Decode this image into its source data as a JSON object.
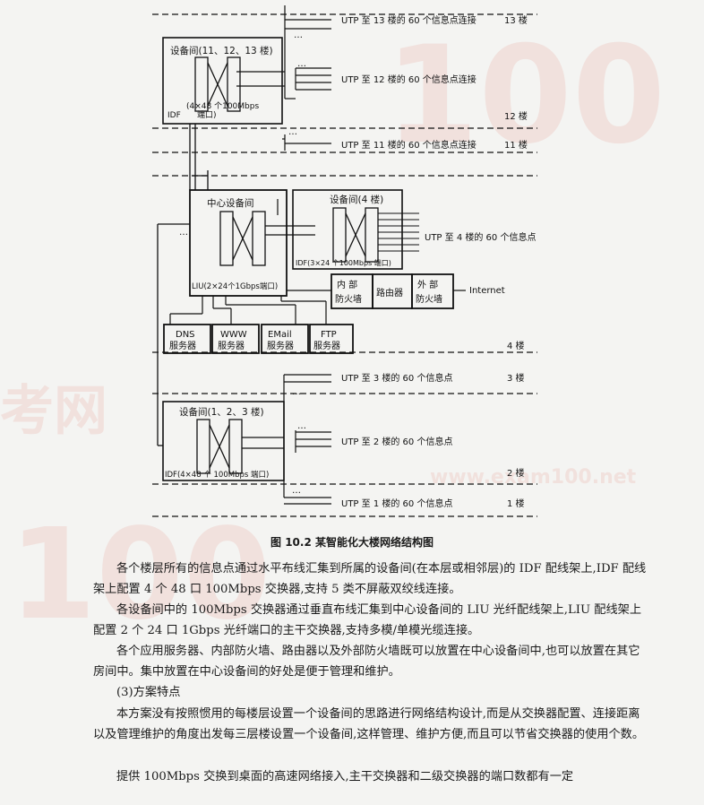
{
  "figure": {
    "floor_lines": [
      {
        "text": "UTP 至 13 楼的 60 个信息点连接",
        "floor": "13 楼"
      },
      {
        "text": "UTP 至 12 楼的 60 个信息点连接",
        "floor": ""
      },
      {
        "text": "",
        "floor": "12 楼"
      },
      {
        "text": "UTP 至 11 楼的 60 个信息点连接",
        "floor": "11 楼"
      },
      {
        "text": "UTP 至 4 楼的 60 个信息点",
        "floor": ""
      },
      {
        "text": "",
        "floor": "4 楼"
      },
      {
        "text": "UTP 至 3 楼的 60 个信息点",
        "floor": "3 楼"
      },
      {
        "text": "UTP 至 2 楼的 60 个信息点",
        "floor": ""
      },
      {
        "text": "",
        "floor": "2 楼"
      },
      {
        "text": "UTP 至 1 楼的 60 个信息点",
        "floor": "1 楼"
      }
    ],
    "room_top": {
      "title": "设备间(11、12、13 楼)",
      "switch": "(4×48 个100Mbps",
      "port": "端口)",
      "idf": "IDF"
    },
    "center_room": {
      "title": "中心设备间",
      "liu": "LIU(2×24个1Gbps端口)"
    },
    "room_4": {
      "title": "设备间(4 楼)",
      "idf": "IDF(3×24 个100Mbps 端口)"
    },
    "room_123": {
      "title": "设备间(1、2、3 楼)",
      "idf": "IDF(4×48 个 100Mbps 端口)"
    },
    "servers": [
      {
        "l1": "DNS",
        "l2": "服务器"
      },
      {
        "l1": "WWW",
        "l2": "服务器"
      },
      {
        "l1": "EMail",
        "l2": "服务器"
      },
      {
        "l1": "FTP",
        "l2": "服务器"
      }
    ],
    "firewall_chain": [
      {
        "l1": "内  部",
        "l2": "防火墙"
      },
      {
        "l1": "路由器",
        "l2": ""
      },
      {
        "l1": "外  部",
        "l2": "防火墙"
      }
    ],
    "internet": "Internet",
    "ellipsis": "…",
    "caption": "图 10.2   某智能化大楼网络结构图"
  },
  "body": {
    "p1": "各个楼层所有的信息点通过水平布线汇集到所属的设备间(在本层或相邻层)的 IDF 配线架上,IDF 配线架上配置 4 个 48 口 100Mbps 交换器,支持 5 类不屏蔽双绞线连接。",
    "p2": "各设备间中的 100Mbps 交换器通过垂直布线汇集到中心设备间的 LIU 光纤配线架上,LIU 配线架上配置 2 个 24 口 1Gbps 光纤端口的主干交换器,支持多模/单模光缆连接。",
    "p3": "各个应用服务器、内部防火墙、路由器以及外部防火墙既可以放置在中心设备间中,也可以放置在其它房间中。集中放置在中心设备间的好处是便于管理和维护。",
    "p4": "(3)方案特点",
    "p5": "本方案没有按照惯用的每楼层设置一个设备间的思路进行网络结构设计,而是从交换器配置、连接距离以及管理维护的角度出发每三层楼设置一个设备间,这样管理、维护方便,而且可以节省交换器的使用个数。",
    "p6": "提供 100Mbps 交换到桌面的高速网络接入,主干交换器和二级交换器的端口数都有一定"
  },
  "watermark": {
    "big": "100",
    "small": "www.exam100.net",
    "brand": "考网"
  }
}
